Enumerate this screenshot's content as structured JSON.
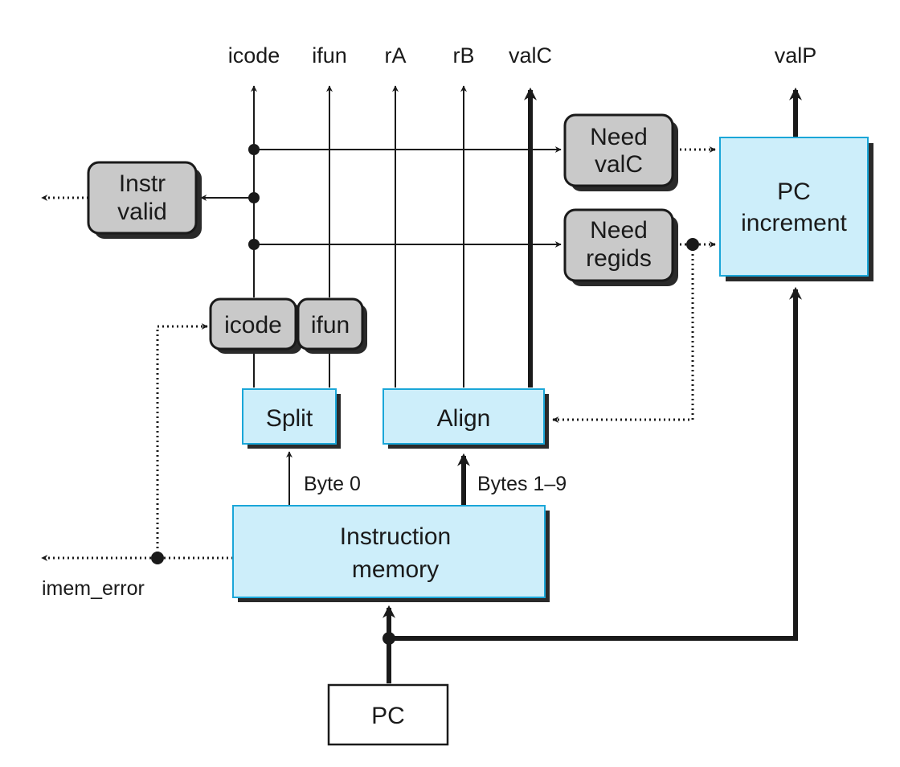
{
  "outputs": {
    "icode": "icode",
    "ifun": "ifun",
    "rA": "rA",
    "rB": "rB",
    "valC": "valC",
    "valP": "valP"
  },
  "blocks": {
    "need_valc": [
      "Need",
      "valC"
    ],
    "need_regids": [
      "Need",
      "regids"
    ],
    "instr_valid": [
      "Instr",
      "valid"
    ],
    "pc_increment": [
      "PC",
      "increment"
    ],
    "icode_reg": "icode",
    "ifun_reg": "ifun",
    "split": "Split",
    "align": "Align",
    "instruction_memory": [
      "Instruction",
      "memory"
    ],
    "pc": "PC"
  },
  "wire_labels": {
    "byte0": "Byte 0",
    "bytes19": "Bytes 1–9",
    "imem_error": "imem_error"
  }
}
